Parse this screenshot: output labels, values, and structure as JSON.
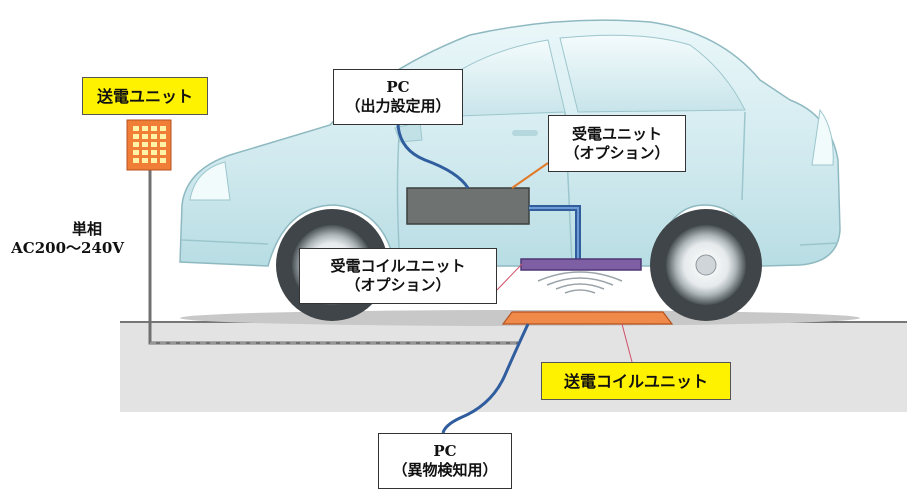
{
  "labels": {
    "transmitter_unit": "送電ユニット",
    "pc_output": {
      "line1": "PC",
      "line2": "（出力設定用）"
    },
    "receiver_unit": {
      "line1": "受電ユニット",
      "line2": "（オプション）"
    },
    "receiver_coil_unit": {
      "line1": "受電コイルユニット",
      "line2": "（オプション）"
    },
    "transmitter_coil_unit": "送電コイルユニット",
    "pc_detection": {
      "line1": "PC",
      "line2": "（異物検知用）"
    },
    "power_supply": {
      "line1": "単相",
      "line2": "AC200～240V"
    }
  },
  "colors": {
    "car_body": "#d6eef2",
    "ground": "#e3e3e3",
    "highlight": "#fff200",
    "cable_blue": "#3a5f9a",
    "receiver_box": "#6e7372",
    "receiver_coil": "#7f5fa3",
    "transmitter_coil": "#f08a4b",
    "transmitter_unit": "#f07e36"
  }
}
